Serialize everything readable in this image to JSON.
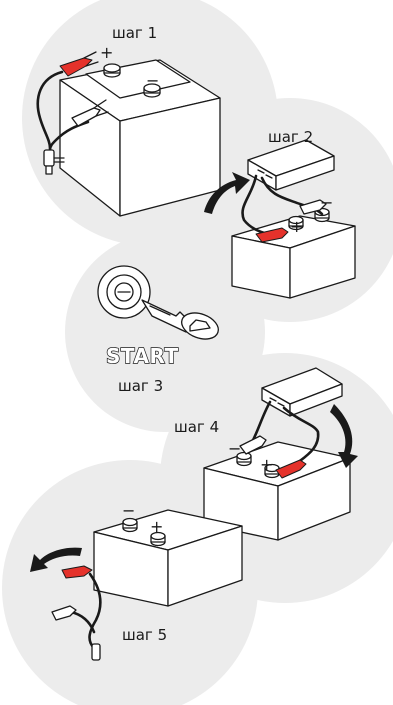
{
  "steps": {
    "step1": "шаг 1",
    "step2": "шаг 2",
    "step3": "шаг 3",
    "step4": "шаг 4",
    "step5": "шаг 5"
  },
  "start_label": "START",
  "signs": {
    "plus": "+",
    "minus": "−"
  },
  "colors": {
    "background_circle": "#ececec",
    "clamp_red": "#e5322b",
    "line": "#1a1a1a"
  }
}
